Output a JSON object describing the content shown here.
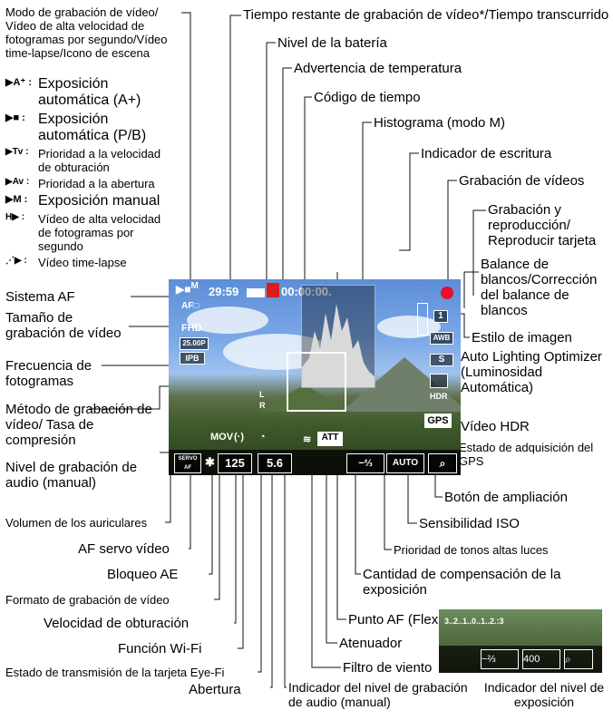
{
  "labels": {
    "mode": "Modo de grabación de vídeo/ Vídeo de alta velocidad de fotogramas por segundo/Vídeo time-lapse/Icono de escena",
    "mode_items": [
      {
        "icon": "movie-auto-plus-icon",
        "text": "Exposición automática (A+)"
      },
      {
        "icon": "movie-icon",
        "text": "Exposición automática (P/B)"
      },
      {
        "icon": "movie-tv-icon",
        "text": "Prioridad a la velocidad de obturación"
      },
      {
        "icon": "movie-av-icon",
        "text": "Prioridad a la abertura"
      },
      {
        "icon": "movie-m-icon",
        "text": "Exposición manual"
      },
      {
        "icon": "movie-hfr-icon",
        "text": "Vídeo de alta velocidad de fotogramas por segundo"
      },
      {
        "icon": "movie-timelapse-icon",
        "text": "Vídeo time-lapse"
      }
    ],
    "time_remaining": "Tiempo restante de grabación de vídeo*/Tiempo transcurrido",
    "battery": "Nivel de la batería",
    "temp_warning": "Advertencia de temperatura",
    "timecode": "Código de tiempo",
    "histogram": "Histograma (modo M)",
    "write_indicator": "Indicador de escritura",
    "movie_recording": "Grabación de vídeos",
    "rec_playback": "Grabación y reproducción/ Reproducir tarjeta",
    "white_balance": "Balance de blancos/Corrección del balance de blancos",
    "picture_style": "Estilo de imagen",
    "alo": "Auto Lighting Optimizer (Luminosidad Automática)",
    "hdr": "Vídeo HDR",
    "gps": "Estado de adquisición del GPS",
    "magnify": "Botón de ampliación",
    "iso": "Sensibilidad ISO",
    "highlight": "Prioridad de tonos altas luces",
    "exp_comp": "Cantidad de compensación de la exposición",
    "af_point": "Punto AF (FlexiZone - Single)",
    "attenuator": "Atenuador",
    "wind_filter": "Filtro de viento",
    "audio_level_indicator": "Indicador del nivel de grabación de audio (manual)",
    "exposure_level": "Indicador del nivel de exposición",
    "af_system": "Sistema AF",
    "rec_size": "Tamaño de grabación de vídeo",
    "frame_rate": "Frecuencia de fotogramas",
    "rec_method": "Método de grabación de vídeo/ Tasa de compresión",
    "audio_level_manual": "Nivel de grabación de audio (manual)",
    "headphone": "Volumen de los auriculares",
    "servo_af": "AF servo vídeo",
    "ae_lock": "Bloqueo AE",
    "rec_format": "Formato de grabación de vídeo",
    "shutter": "Velocidad de obturación",
    "wifi": "Función Wi-Fi",
    "eyefi": "Estado de transmisión de la tarjeta Eye-Fi",
    "aperture": "Abertura"
  },
  "screen": {
    "time": "29:59",
    "timecode": "00:00:00.",
    "af_mode": "AF□",
    "size": "FHD",
    "fps": "25.00P",
    "ipb": "IPB",
    "servo": "SERVO AF",
    "format": "MOV",
    "shutter": "125",
    "aperture": "5.6",
    "att": "ATT",
    "comp": "−⅔",
    "iso": "AUTO",
    "wb": "AWB",
    "gps": "GPS",
    "hdr": "HDR",
    "inset_scale": "3..2..1..0..1..2.:3",
    "inset_comp": "−⅔",
    "inset_iso": "400"
  },
  "colors": {
    "rec": "#e8102a",
    "temp": "#d91e1e",
    "sky": "#7aa7e6"
  }
}
